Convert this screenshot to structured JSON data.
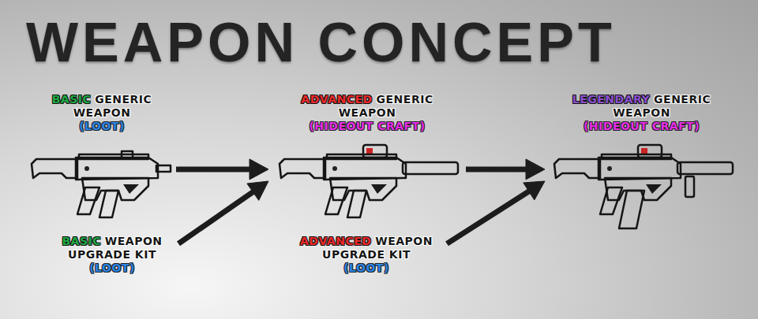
{
  "diagram": {
    "title": "WEAPON CONCEPT",
    "nodes": [
      {
        "text": [
          "BASIC",
          "GENERIC WEAPON",
          "(LOOT)"
        ]
      },
      {
        "text": [
          "BASIC",
          "WEAPON UPGRADE KIT",
          "(LOOT)"
        ]
      },
      {
        "text": [
          "ADVANCED",
          "GENERIC WEAPON",
          "(HIDEOUT CRAFT)"
        ]
      },
      {
        "text": [
          "ADVANCED",
          "WEAPON UPGRADE KIT",
          "(LOOT)"
        ]
      },
      {
        "text": [
          "LEGENDARY",
          "GENERIC WEAPON",
          "(HIDEOUT CRAFT)"
        ]
      }
    ],
    "edges": [
      {
        "from": 0,
        "to": 2,
        "arrow": "to"
      },
      {
        "from": 1,
        "to": 2,
        "arrow": "to"
      },
      {
        "from": 2,
        "to": 4,
        "arrow": "to"
      },
      {
        "from": 3,
        "to": 4,
        "arrow": "to"
      }
    ]
  }
}
